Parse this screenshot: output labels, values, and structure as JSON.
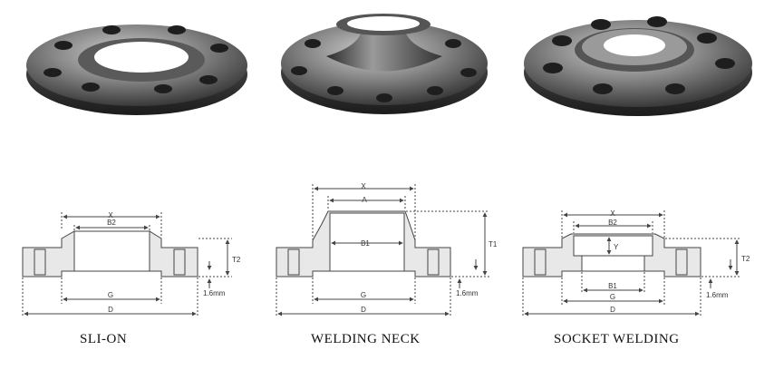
{
  "colors": {
    "metal_dark": "#2a2a2a",
    "metal_mid": "#6b6b6b",
    "metal_light": "#c9c9c9",
    "line": "#444444",
    "section_fill": "#e8e8e8"
  },
  "flanges": [
    {
      "caption": "SLI-ON",
      "labels": {
        "x": "X",
        "bore": "B2",
        "g": "G",
        "d": "D",
        "t": "T2",
        "gap": "1.6mm"
      }
    },
    {
      "caption": "WELDING NECK",
      "labels": {
        "x": "X",
        "a": "A",
        "bore": "B1",
        "g": "G",
        "d": "D",
        "t": "T1",
        "gap": "1.6mm"
      }
    },
    {
      "caption": "SOCKET WELDING",
      "labels": {
        "x": "X",
        "bore": "B2",
        "y": "Y",
        "bore2": "B1",
        "g": "G",
        "d": "D",
        "t": "T2",
        "gap": "1.6mm"
      }
    }
  ]
}
